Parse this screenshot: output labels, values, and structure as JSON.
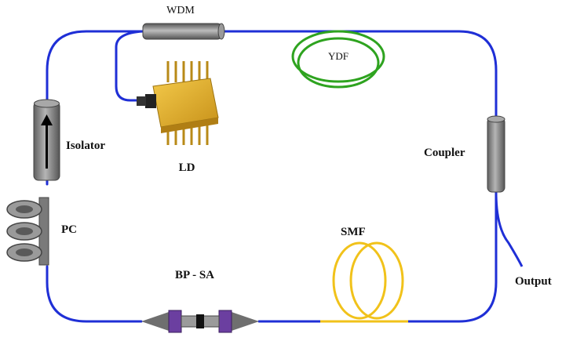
{
  "labels": {
    "wdm": "WDM",
    "ydf": "YDF",
    "isolator": "Isolator",
    "ld": "LD",
    "coupler": "Coupler",
    "pc": "PC",
    "smf": "SMF",
    "bpsa": "BP - SA",
    "output": "Output"
  },
  "colors": {
    "fiber": "#1f2fd6",
    "ydf": "#2ea31f",
    "smf": "#f1c21a",
    "component_gray": "#8c8c8c",
    "ld_gold": "#d9a81c",
    "sa_purple": "#6b3fa0"
  }
}
